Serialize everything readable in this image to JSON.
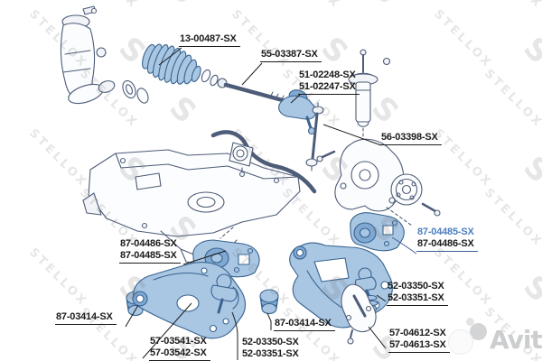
{
  "watermarks": {
    "brand": "STELLOX",
    "brand_glyph": "S",
    "marketplace": "Avito"
  },
  "colors": {
    "highlight_fill": "#a9c6e3",
    "highlight_stroke": "#39648f",
    "line_art": "#4d5c78",
    "label_text": "#1b1b1b",
    "label_highlight_blue": "#4d7ec0"
  },
  "callouts": {
    "steering_boot": {
      "line1": "13-00487-SX"
    },
    "axial_rod": {
      "line1": "55-03387-SX"
    },
    "tie_rod_end": {
      "line1": "51-02248-SX",
      "line2": "51-02247-SX"
    },
    "stabilizer_link": {
      "line1": "56-03398-SX"
    },
    "silent_block_right": {
      "line1": "87-04485-SX",
      "line2": "87-04486-SX"
    },
    "silent_block_left": {
      "line1": "87-04486-SX",
      "line2": "87-04485-SX"
    },
    "arm_bushing_left": {
      "line1": "87-03414-SX"
    },
    "control_arm_left": {
      "line1": "57-03541-SX",
      "line2": "57-03542-SX"
    },
    "ball_joint_center": {
      "line1": "52-03350-SX",
      "line2": "52-03351-SX"
    },
    "arm_bushing_right": {
      "line1": "87-03414-SX"
    },
    "ball_joint_right": {
      "line1": "52-03350-SX",
      "line2": "52-03351-SX"
    },
    "control_arm_right": {
      "line1": "57-04612-SX",
      "line2": "57-04613-SX"
    }
  }
}
